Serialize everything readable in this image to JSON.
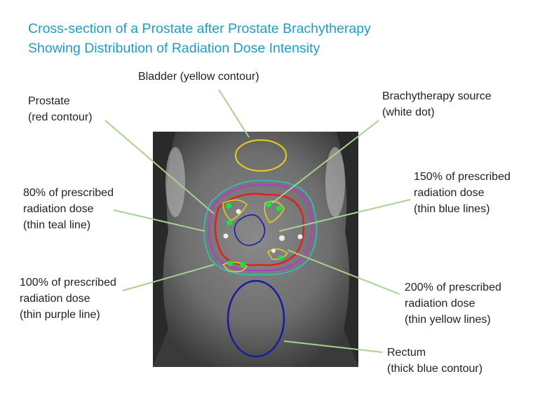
{
  "title": {
    "line1": "Cross-section of a Prostate after Prostate Brachytherapy",
    "line2": "Showing Distribution of Radiation Dose Intensity"
  },
  "labels": {
    "bladder": "Bladder (yellow contour)",
    "prostate": {
      "line1": "Prostate",
      "line2": "(red contour)"
    },
    "source": {
      "line1": "Brachytherapy source",
      "line2": "(white dot)"
    },
    "dose80": {
      "line1": "80% of prescribed",
      "line2": "radiation dose",
      "line3": "(thin teal line)"
    },
    "dose150": {
      "line1": "150% of prescribed",
      "line2": "radiation dose",
      "line3": "(thin blue lines)"
    },
    "dose100": {
      "line1": "100% of prescribed",
      "line2": "radiation dose",
      "line3": "(thin purple line)"
    },
    "dose200": {
      "line1": "200% of prescribed",
      "line2": "radiation dose",
      "line3": "(thin yellow lines)"
    },
    "rectum": {
      "line1": "Rectum",
      "line2": "(thick blue contour)"
    }
  },
  "colors": {
    "title": "#1f9cc4",
    "leader": "#a9d18e",
    "teal": "#2ec4c0",
    "purple": "#b040c0",
    "red": "#e02020",
    "blue": "#1a1aa0",
    "yellow": "#e8d020",
    "green": "#20e040"
  }
}
